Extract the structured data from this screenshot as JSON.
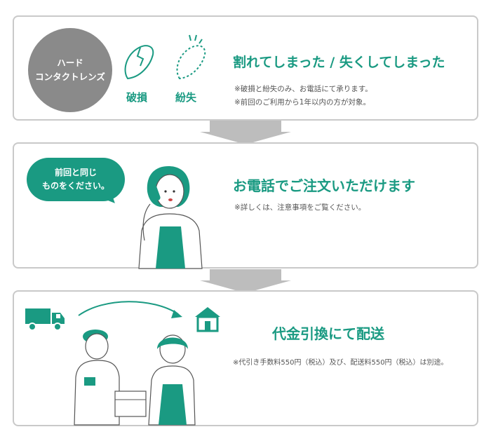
{
  "panel1": {
    "badge_line1": "ハード",
    "badge_line2": "コンタクトレンズ",
    "broken_label": "破損",
    "lost_label": "紛失",
    "title": "割れてしまった / 失くしてしまった",
    "note1": "※破損と紛失のみ、お電話にて承ります。",
    "note2": "※前回のご利用から1年以内の方が対象。",
    "icons": [
      "broken-lens-icon",
      "lost-lens-icon"
    ]
  },
  "panel2": {
    "bubble_line1": "前回と同じ",
    "bubble_line2": "ものをください。",
    "title": "お電話でご注文いただけます",
    "note": "※詳しくは、注意事項をご覧ください。"
  },
  "panel3": {
    "title": "代金引換にて配送",
    "note": "※代引き手数料550円（税込）及び、配送料550円（税込）は別途。",
    "icons": [
      "truck-icon",
      "house-icon",
      "delivery-arrow-icon"
    ]
  },
  "colors": {
    "accent": "#1a9a82",
    "badge": "#8a8a8a",
    "border": "#c9c9c9",
    "arrow": "#bdbdbd"
  }
}
